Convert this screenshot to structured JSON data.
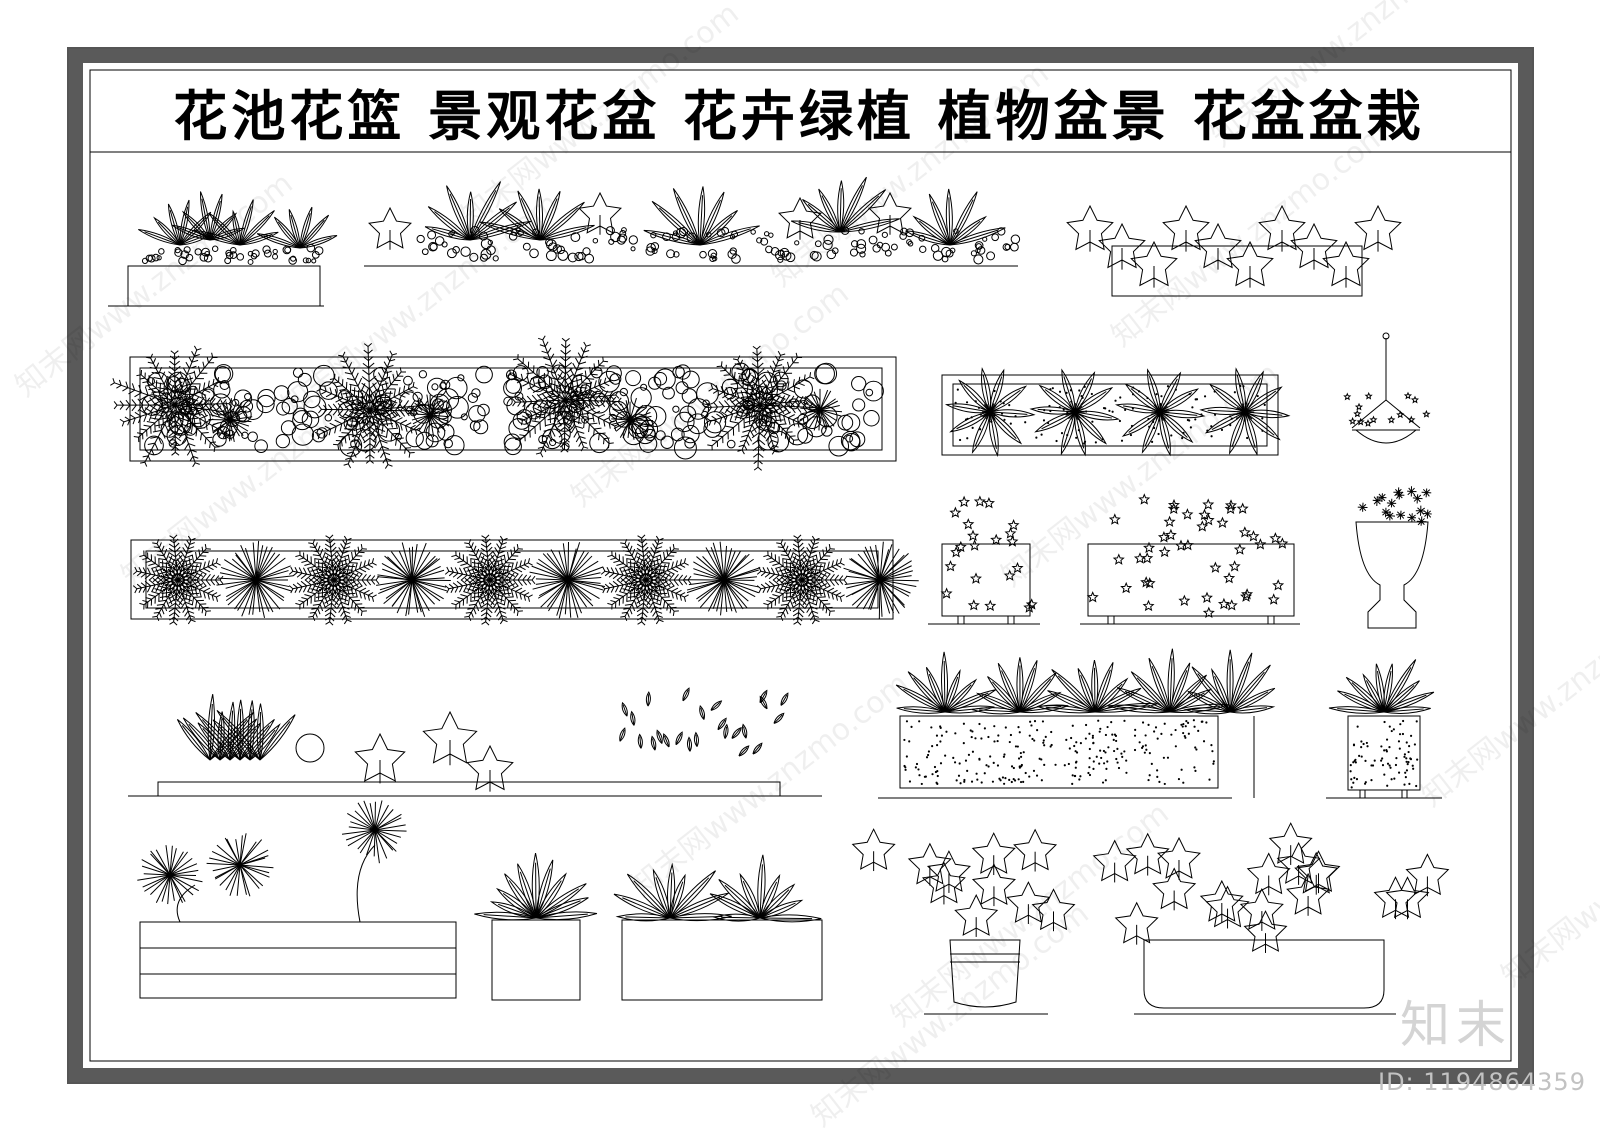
{
  "title": "花池花篮  景观花盆  花卉绿植  植物盆景  花盆盆栽",
  "watermark": {
    "text": "知末网www.znzmo.com",
    "brand": "知末",
    "id_text": "ID: 1194864359"
  },
  "colors": {
    "line": "#000000",
    "frame_dark": "#5a5a5a",
    "watermark": "#c8c8c8"
  },
  "components": [
    {
      "name": "flower-bed-elevation-1"
    },
    {
      "name": "flower-planter-elevation-2"
    },
    {
      "name": "planter-plan-palm-circles"
    },
    {
      "name": "planter-plan-spiky"
    },
    {
      "name": "hanging-basket"
    },
    {
      "name": "pot-star-flowers-small"
    },
    {
      "name": "pot-star-flowers-wide"
    },
    {
      "name": "urn-pot"
    },
    {
      "name": "planter-plan-ferns"
    },
    {
      "name": "garden-bed-mixed-plants"
    },
    {
      "name": "planter-long-textured"
    },
    {
      "name": "planter-small-textured"
    },
    {
      "name": "wooden-planter-bonsai"
    },
    {
      "name": "square-pot-spiky"
    },
    {
      "name": "rect-planter-spiky"
    },
    {
      "name": "round-pot-leafy"
    },
    {
      "name": "oval-planter-leafy"
    }
  ]
}
